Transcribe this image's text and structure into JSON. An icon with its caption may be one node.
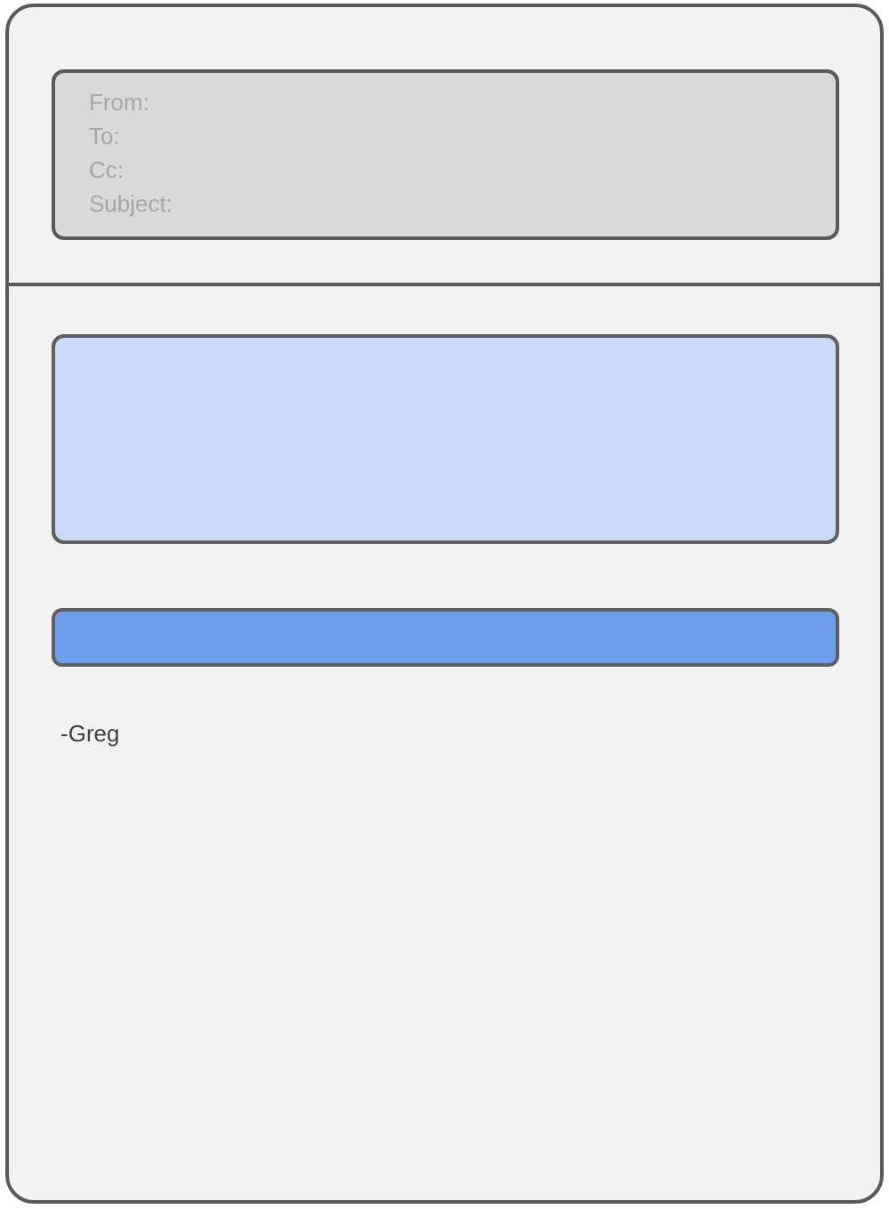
{
  "diagram": {
    "nodes": [
      {
        "text": [
          "-Greg"
        ]
      },
      {
        "text": [
          "From:",
          "To:",
          "Cc:",
          "Subject:"
        ],
        "in": 0
      },
      {
        "text": [],
        "shape": "box",
        "in": 0
      },
      {
        "text": [],
        "shape": "bar",
        "in": 0
      }
    ]
  }
}
